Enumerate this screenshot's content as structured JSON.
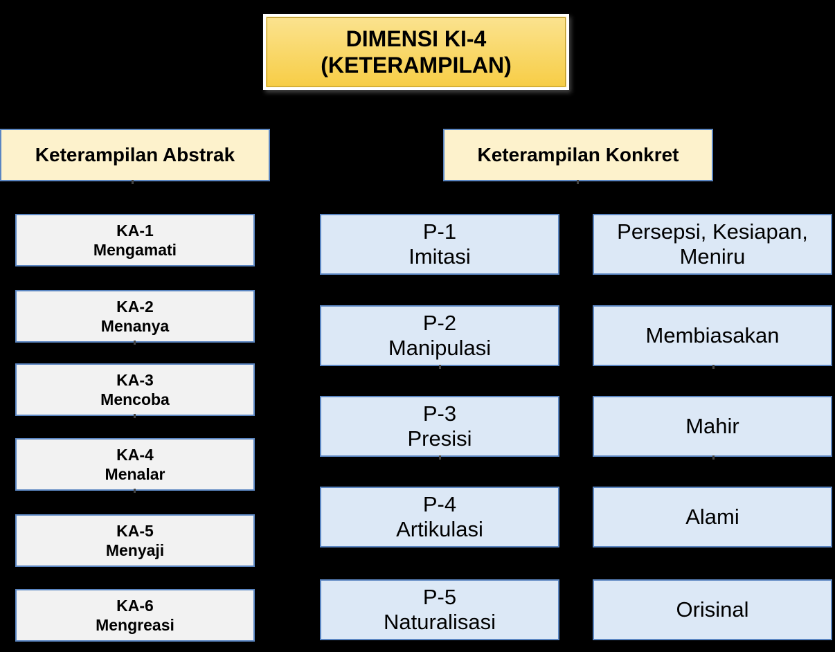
{
  "title": {
    "line1": "DIMENSI KI-4",
    "line2": "(KETERAMPILAN)"
  },
  "abstract": {
    "heading": "Keterampilan Abstrak",
    "items": [
      {
        "code": "KA-1",
        "label": "Mengamati"
      },
      {
        "code": "KA-2",
        "label": "Menanya"
      },
      {
        "code": "KA-3",
        "label": "Mencoba"
      },
      {
        "code": "KA-4",
        "label": "Menalar"
      },
      {
        "code": "KA-5",
        "label": "Menyaji"
      },
      {
        "code": "KA-6",
        "label": "Mengreasi"
      }
    ]
  },
  "concrete": {
    "heading": "Keterampilan Konkret",
    "levels": [
      {
        "code": "P-1",
        "label": "Imitasi",
        "description": [
          "Persepsi, Kesiapan,",
          "Meniru"
        ]
      },
      {
        "code": "P-2",
        "label": "Manipulasi",
        "description": [
          "Membiasakan"
        ]
      },
      {
        "code": "P-3",
        "label": "Presisi",
        "description": [
          "Mahir"
        ]
      },
      {
        "code": "P-4",
        "label": "Artikulasi",
        "description": [
          "Alami"
        ]
      },
      {
        "code": "P-5",
        "label": "Naturalisasi",
        "description": [
          "Orisinal"
        ]
      }
    ]
  },
  "colors": {
    "background": "#000000",
    "title_fill": "#f7cd45",
    "heading_fill": "#fdf2cc",
    "ka_fill": "#f2f2f2",
    "p_fill": "#dce8f6",
    "border": "#5b86c2"
  }
}
